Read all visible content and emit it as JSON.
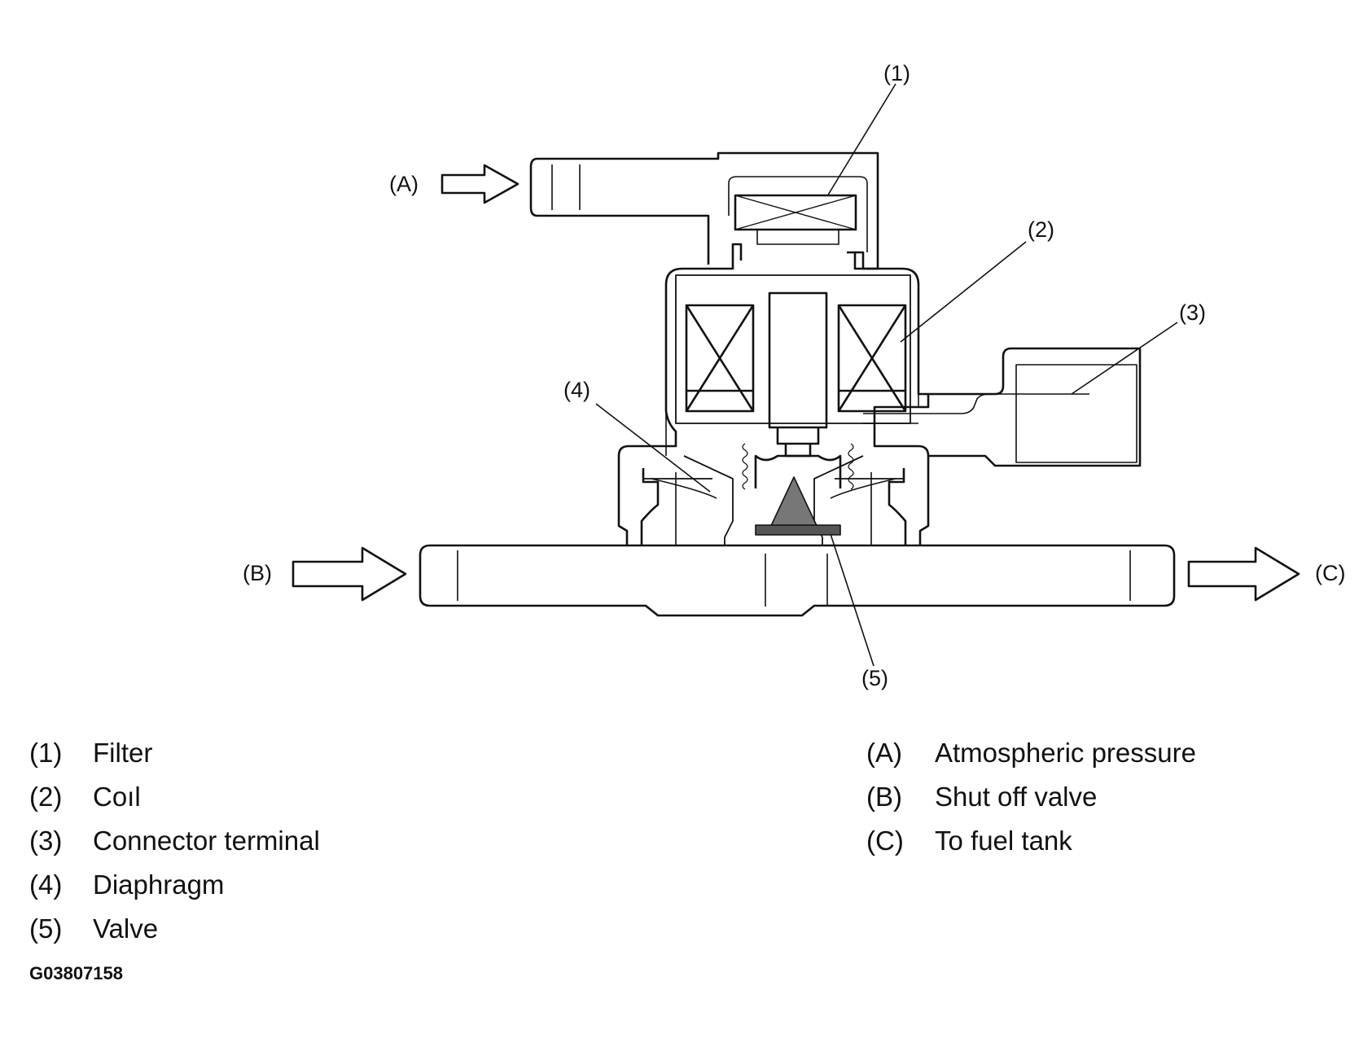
{
  "diagram": {
    "callouts": [
      {
        "id": "1",
        "label": "(1)"
      },
      {
        "id": "2",
        "label": "(2)"
      },
      {
        "id": "3",
        "label": "(3)"
      },
      {
        "id": "4",
        "label": "(4)"
      },
      {
        "id": "5",
        "label": "(5)"
      },
      {
        "id": "A",
        "label": "(A)"
      },
      {
        "id": "B",
        "label": "(B)"
      },
      {
        "id": "C",
        "label": "(C)"
      }
    ]
  },
  "legend": {
    "left": [
      {
        "key": "(1)",
        "text": "Filter"
      },
      {
        "key": "(2)",
        "text": "Coıl"
      },
      {
        "key": "(3)",
        "text": "Connector terminal"
      },
      {
        "key": "(4)",
        "text": "Diaphragm"
      },
      {
        "key": "(5)",
        "text": "Valve"
      }
    ],
    "right": [
      {
        "key": "(A)",
        "text": "Atmospheric pressure"
      },
      {
        "key": "(B)",
        "text": "Shut off valve"
      },
      {
        "key": "(C)",
        "text": "To fuel tank"
      }
    ]
  },
  "figure_id": "G03807158"
}
